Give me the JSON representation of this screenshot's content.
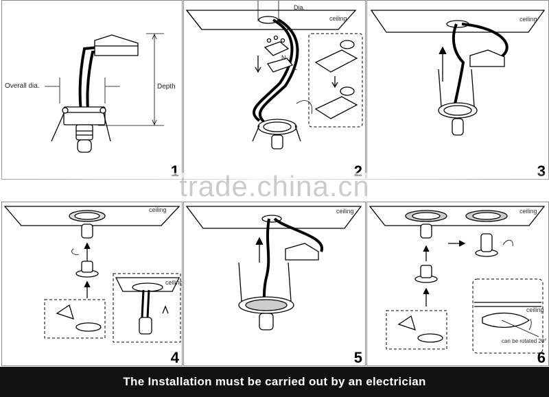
{
  "panels": [
    {
      "step": "1",
      "labels": {
        "overall_dia": "Overall dia.",
        "depth": "Depth"
      }
    },
    {
      "step": "2",
      "labels": {
        "dia": "Dia.",
        "ceiling": "ceiling",
        "n": "N",
        "l": "L"
      }
    },
    {
      "step": "3",
      "labels": {
        "ceiling": "ceiling"
      }
    },
    {
      "step": "4",
      "labels": {
        "ceiling": "ceiling",
        "inset_ceiling": "ceiling"
      }
    },
    {
      "step": "5",
      "labels": {
        "ceiling": "ceiling"
      }
    },
    {
      "step": "6",
      "labels": {
        "ceiling": "ceiling",
        "inset_ceiling": "ceiling",
        "rotate_note": "can be rotated 20°"
      }
    }
  ],
  "watermark": "trade.china.cn",
  "banner": "The Installation must be carried out by an electrician"
}
